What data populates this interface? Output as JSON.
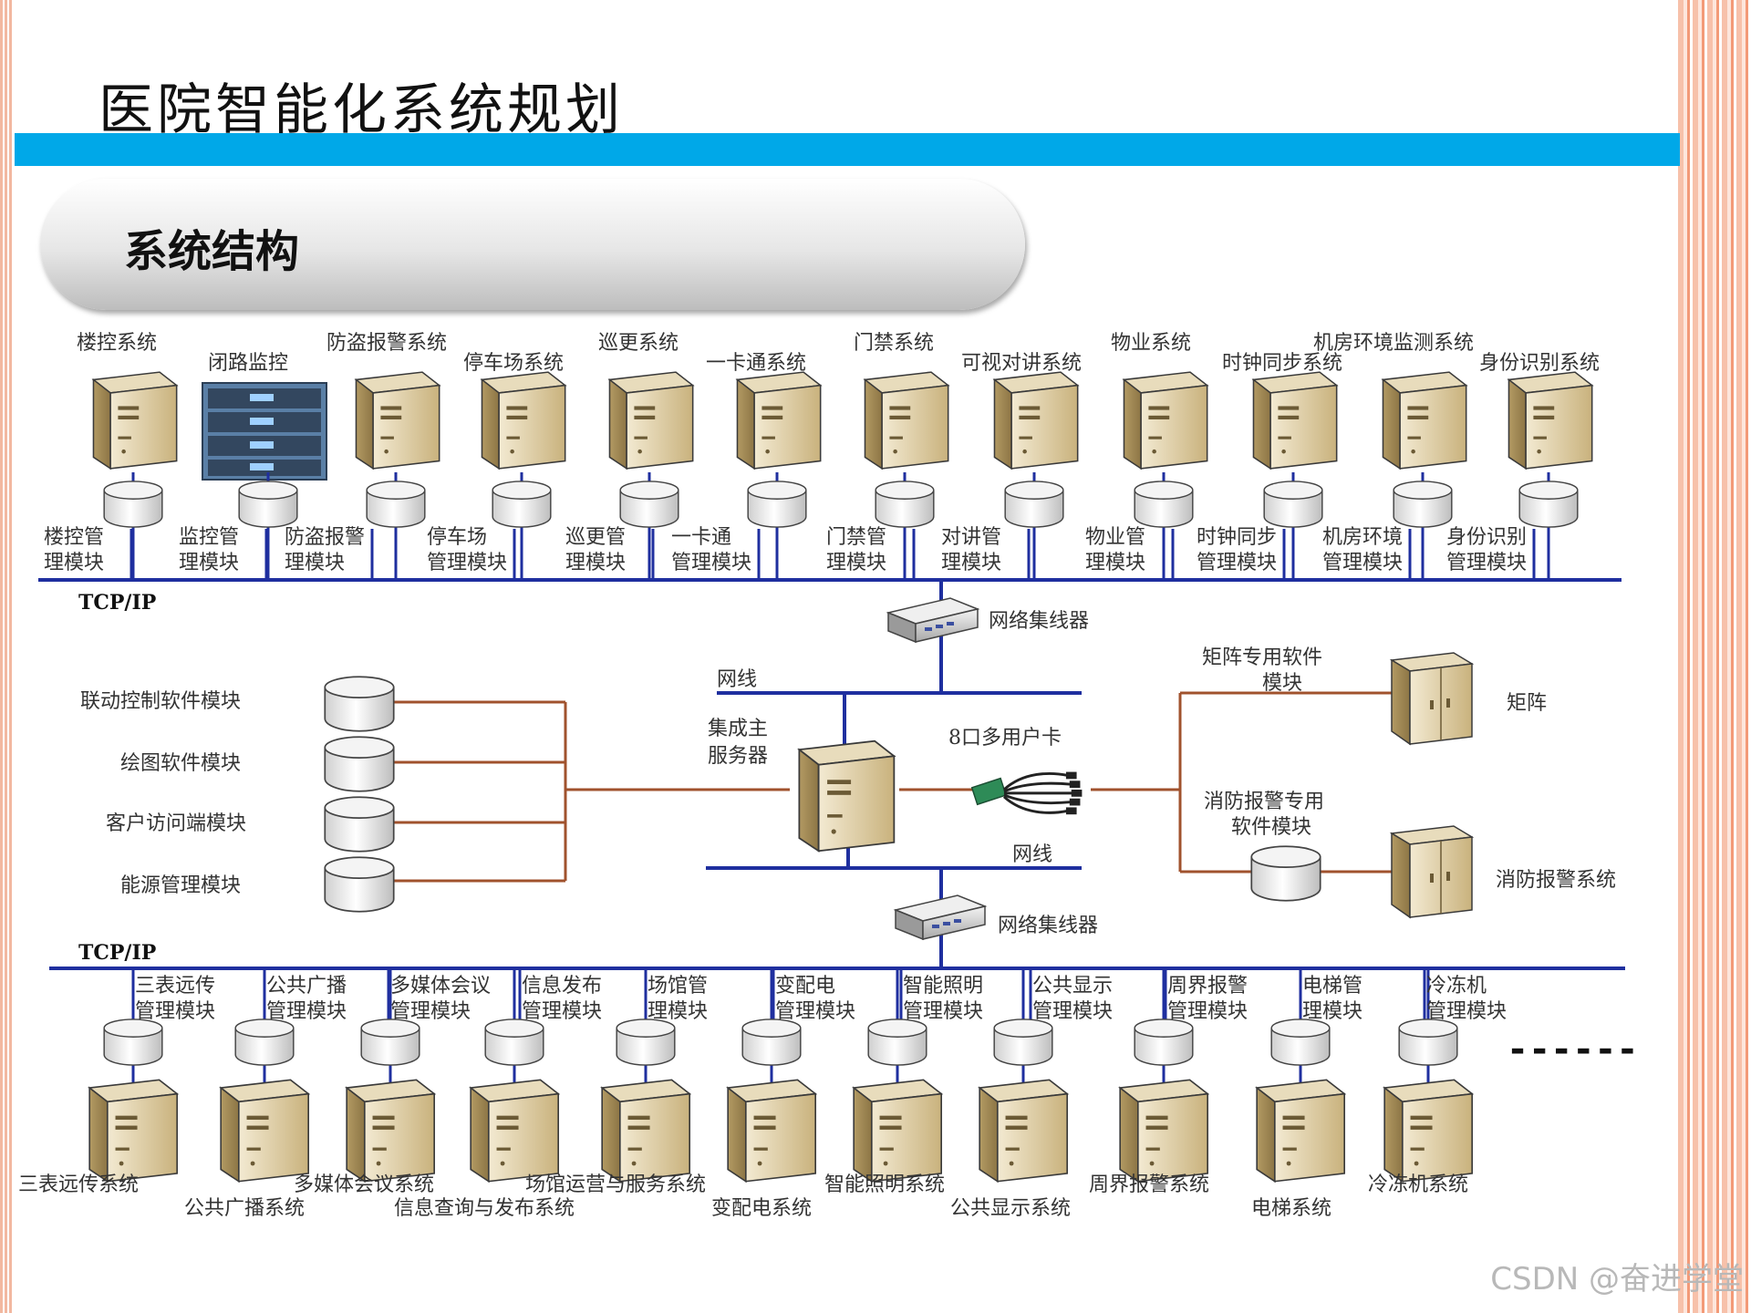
{
  "slide": {
    "title": "医院智能化系统规划",
    "section": "系统结构",
    "watermark": "CSDN @奋进学堂"
  },
  "diagram": {
    "protocol_label": "TCP/IP",
    "top_systems": [
      "楼控系统",
      "闭路监控",
      "防盗报警系统",
      "停车场系统",
      "巡更系统",
      "一卡通系统",
      "门禁系统",
      "可视对讲系统",
      "物业系统",
      "时钟同步系统",
      "机房环境监测系统",
      "身份识别系统"
    ],
    "top_modules": [
      [
        "楼控管",
        "理模块"
      ],
      [
        "监控管",
        "理模块"
      ],
      [
        "防盗报警",
        "理模块"
      ],
      [
        "停车场",
        "管理模块"
      ],
      [
        "巡更管",
        "理模块"
      ],
      [
        "一卡通",
        "管理模块"
      ],
      [
        "门禁管",
        "理模块"
      ],
      [
        "对讲管",
        "理模块"
      ],
      [
        "物业管",
        "理模块"
      ],
      [
        "时钟同步",
        "管理模块"
      ],
      [
        "机房环境",
        "管理模块"
      ],
      [
        "身份识别",
        "管理模块"
      ]
    ],
    "hub_top": "网络集线器",
    "hub_bottom": "网络集线器",
    "net_line_top": "网线",
    "net_line_bottom": "网线",
    "main_server": [
      "集成主",
      "服务器"
    ],
    "multi_card": "8口多用户卡",
    "left_modules": [
      "联动控制软件模块",
      "绘图软件模块",
      "客户访问端模块",
      "能源管理模块"
    ],
    "matrix_software": [
      "矩阵专用软件",
      "模块"
    ],
    "matrix": "矩阵",
    "fire_software": [
      "消防报警专用",
      "软件模块"
    ],
    "fire_system": "消防报警系统",
    "bottom_modules": [
      [
        "三表远传",
        "管理模块"
      ],
      [
        "公共广播",
        "管理模块"
      ],
      [
        "多媒体会议",
        "管理模块"
      ],
      [
        "信息发布",
        "管理模块"
      ],
      [
        "场馆管",
        "理模块"
      ],
      [
        "变配电",
        "管理模块"
      ],
      [
        "智能照明",
        "管理模块"
      ],
      [
        "公共显示",
        "管理模块"
      ],
      [
        "周界报警",
        "管理模块"
      ],
      [
        "电梯管",
        "理模块"
      ],
      [
        "冷冻机",
        "管理模块"
      ]
    ],
    "bottom_systems": [
      "三表远传系统",
      "公共广播系统",
      "多媒体会议系统",
      "信息查询与发布系统",
      "场馆运营与服务系统",
      "变配电系统",
      "智能照明系统",
      "公共显示系统",
      "周界报警系统",
      "电梯系统",
      "冷冻机系统"
    ],
    "ellipsis": "------",
    "colors": {
      "bus": "#1f2f9f",
      "link": "#a0522d",
      "server": "#d9c9a0",
      "accent": "#00a8e8"
    }
  }
}
